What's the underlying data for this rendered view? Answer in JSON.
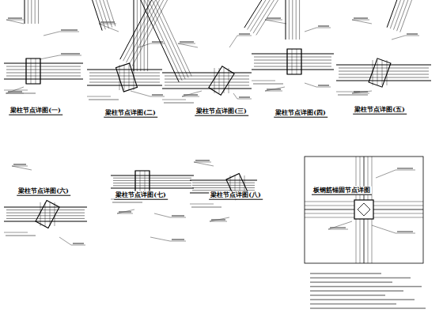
{
  "diagram": {
    "labels": [
      "梁柱节点详图(一)",
      "梁柱节点详图(二)",
      "梁柱节点详图(三)",
      "梁柱节点详图(四)",
      "梁柱节点详图(五)",
      "梁柱节点详图(六)",
      "梁柱节点详图(七)",
      "梁柱节点详图(八)",
      "板钢筋锚固节点详图"
    ]
  }
}
